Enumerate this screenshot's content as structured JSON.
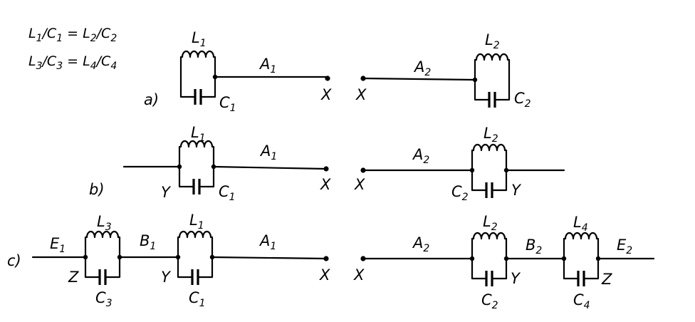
{
  "equations": {
    "eq1": {
      "a": "L",
      "a_sub": "1",
      "b": "C",
      "b_sub": "1",
      "c": "L",
      "c_sub": "2",
      "d": "C",
      "d_sub": "2"
    },
    "eq2": {
      "a": "L",
      "a_sub": "3",
      "b": "C",
      "b_sub": "3",
      "c": "L",
      "c_sub": "4",
      "d": "C",
      "d_sub": "4"
    }
  },
  "rows": {
    "a": "a)",
    "b": "b)",
    "c": "c)"
  },
  "labels": {
    "L": "L",
    "C": "C",
    "A": "A",
    "B": "B",
    "E": "E",
    "X": "X",
    "Y": "Y",
    "Z": "Z",
    "s1": "1",
    "s2": "2",
    "s3": "3",
    "s4": "4"
  }
}
